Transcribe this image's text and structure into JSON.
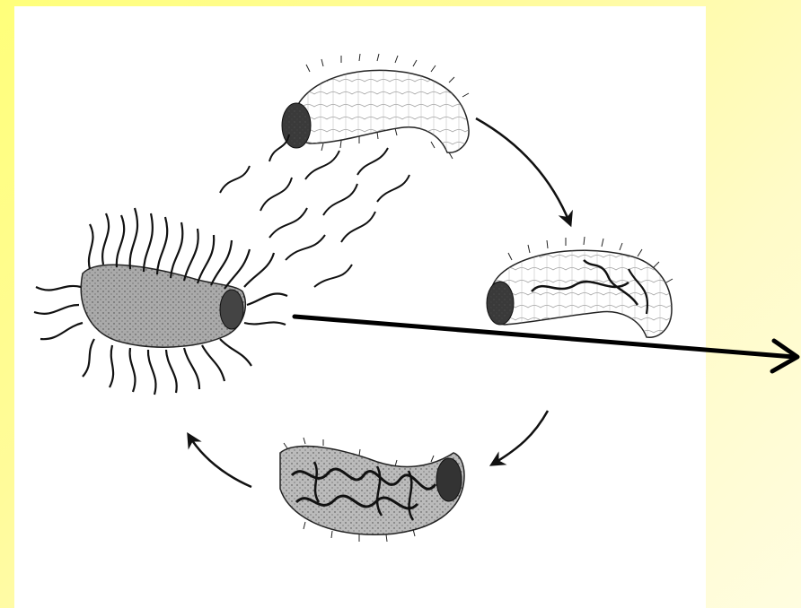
{
  "slide": {
    "background_gradient": [
      "#ffff7a",
      "#fffde0"
    ],
    "panel_color": "#ffffff",
    "ink_color": "#111111"
  },
  "figure": {
    "stages": [
      {
        "id": "healthy-grub",
        "description_icon": "grub-icon"
      },
      {
        "id": "infected-grub",
        "description_icon": "grub-with-nematodes-icon"
      },
      {
        "id": "dying-grub",
        "description_icon": "grub-filled-with-nematodes-icon"
      },
      {
        "id": "emerging-nematodes",
        "description_icon": "grub-releasing-nematodes-icon"
      }
    ],
    "cycle_direction": "clockwise",
    "pointer_arrow": true
  }
}
